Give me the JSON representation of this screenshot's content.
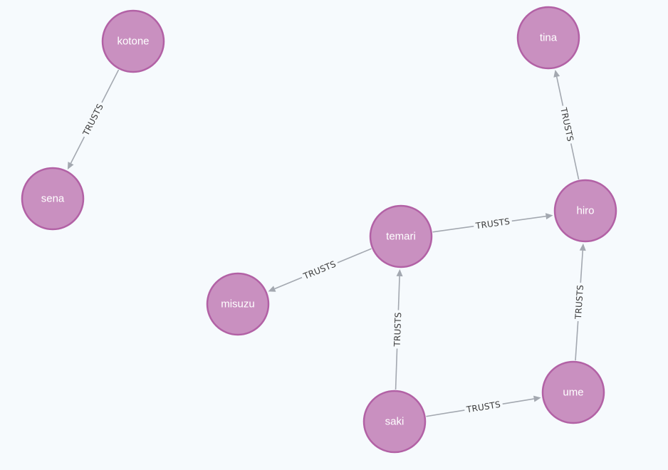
{
  "graph": {
    "nodes": [
      {
        "id": "kotone",
        "label": "kotone"
      },
      {
        "id": "sena",
        "label": "sena"
      },
      {
        "id": "tina",
        "label": "tina"
      },
      {
        "id": "hiro",
        "label": "hiro"
      },
      {
        "id": "temari",
        "label": "temari"
      },
      {
        "id": "misuzu",
        "label": "misuzu"
      },
      {
        "id": "ume",
        "label": "ume"
      },
      {
        "id": "saki",
        "label": "saki"
      }
    ],
    "edges": [
      {
        "source": "kotone",
        "target": "sena",
        "label": "TRUSTS"
      },
      {
        "source": "hiro",
        "target": "tina",
        "label": "TRUSTS"
      },
      {
        "source": "temari",
        "target": "hiro",
        "label": "TRUSTS"
      },
      {
        "source": "temari",
        "target": "misuzu",
        "label": "TRUSTS"
      },
      {
        "source": "saki",
        "target": "temari",
        "label": "TRUSTS"
      },
      {
        "source": "saki",
        "target": "ume",
        "label": "TRUSTS"
      },
      {
        "source": "ume",
        "target": "hiro",
        "label": "TRUSTS"
      }
    ],
    "colors": {
      "node_fill": "#c990c0",
      "node_stroke": "#b261a5",
      "edge": "#a3a8b0",
      "background": "#f6fafd"
    }
  }
}
